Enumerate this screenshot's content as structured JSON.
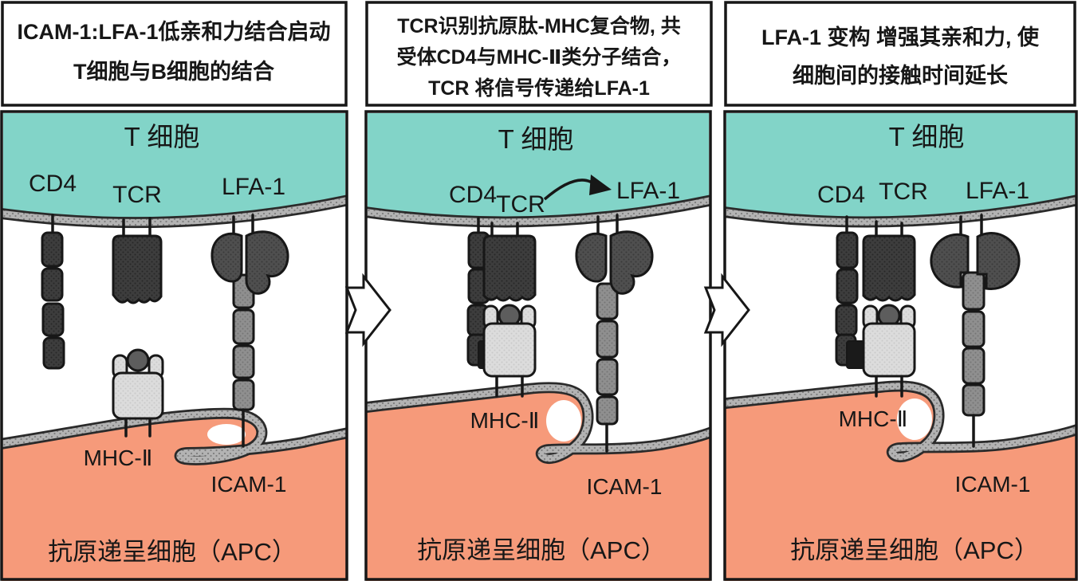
{
  "colors": {
    "background": "#ffffff",
    "t_cell_fill": "#82d4c8",
    "apc_fill": "#f69a7a",
    "membrane_gray": "#b3b3b3",
    "molecule_dark": "#3d3d3d",
    "lfa1_lobe": "#4f4f4f",
    "icam_segment": "#8f8f8f",
    "mhc_fill": "#dcdcdc",
    "peptide_fill": "#5d5d5d",
    "arrow_fill": "#ffffff"
  },
  "panels": [
    {
      "title_lines": [
        "ICAM-1:LFA-1低亲和力结合启动",
        "T细胞与B细胞的结合"
      ],
      "labels": {
        "t_cell": "T 细胞",
        "cd4": "CD4",
        "tcr": "TCR",
        "lfa1": "LFA-1",
        "mhc2": "MHC-Ⅱ",
        "icam1": "ICAM-1",
        "apc": "抗原递呈细胞（APC）"
      }
    },
    {
      "title_lines": [
        "TCR识别抗原肽-MHC复合物, 共",
        "受体CD4与MHC-Ⅱ类分子结合，",
        "TCR 将信号传递给LFA-1"
      ],
      "labels": {
        "t_cell": "T 细胞",
        "cd4": "CD4",
        "tcr": "TCR",
        "lfa1": "LFA-1",
        "mhc2": "MHC-Ⅱ",
        "icam1": "ICAM-1",
        "apc": "抗原递呈细胞（APC）"
      }
    },
    {
      "title_lines": [
        "LFA-1 变构 增强其亲和力, 使",
        "细胞间的接触时间延长"
      ],
      "labels": {
        "t_cell": "T 细胞",
        "cd4": "CD4",
        "tcr": "TCR",
        "lfa1": "LFA-1",
        "mhc2": "MHC-Ⅱ",
        "icam1": "ICAM-1",
        "apc": "抗原递呈细胞（APC）"
      }
    }
  ]
}
